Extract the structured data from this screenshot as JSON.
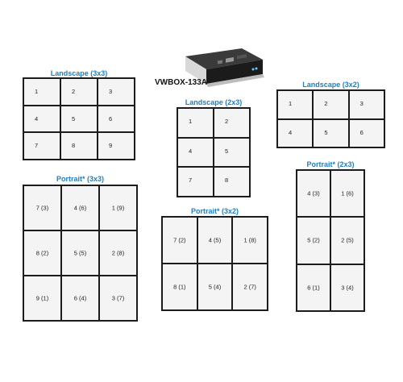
{
  "device": {
    "label": "VWBOX-133A",
    "icon": "video-wall-controller-icon"
  },
  "layouts": {
    "landscape_3x3": {
      "title": "Landscape (3x3)",
      "cells": [
        "1",
        "2",
        "3",
        "4",
        "5",
        "6",
        "7",
        "8",
        "9"
      ]
    },
    "landscape_2x3": {
      "title": "Landscape (2x3)",
      "cells": [
        "1",
        "2",
        "4",
        "5",
        "7",
        "8"
      ]
    },
    "landscape_3x2": {
      "title": "Landscape (3x2)",
      "cells": [
        "1",
        "2",
        "3",
        "4",
        "5",
        "6"
      ]
    },
    "portrait_3x3": {
      "title": "Portrait* (3x3)",
      "cells": [
        "7 (3)",
        "4 (6)",
        "1 (9)",
        "8 (2)",
        "5 (5)",
        "2 (8)",
        "9 (1)",
        "6 (4)",
        "3 (7)"
      ]
    },
    "portrait_3x2": {
      "title": "Portrait* (3x2)",
      "cells": [
        "7 (2)",
        "4 (5)",
        "1 (8)",
        "8 (1)",
        "5 (4)",
        "2 (7)"
      ]
    },
    "portrait_2x3": {
      "title": "Portrait* (2x3)",
      "cells": [
        "4 (3)",
        "1 (6)",
        "5 (2)",
        "2 (5)",
        "6 (1)",
        "3 (4)"
      ]
    }
  },
  "colors": {
    "title": "#1f7fc0",
    "border": "#1c1c1c",
    "cell": "#f4f4f4"
  }
}
